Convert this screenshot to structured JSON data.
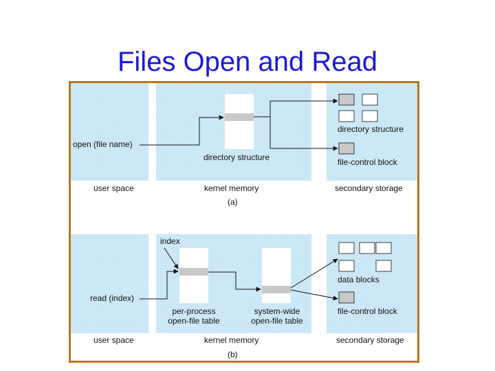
{
  "title": "Files Open and Read",
  "part_a": {
    "call": "open (file name)",
    "kernel_label": "directory structure",
    "storage_labels": [
      "directory structure",
      "file-control block"
    ],
    "region_labels": [
      "user space",
      "kernel memory",
      "secondary storage"
    ],
    "caption": "(a)"
  },
  "part_b": {
    "index_label": "index",
    "call": "read (index)",
    "per_process_table": [
      "per-process",
      "open-file table"
    ],
    "system_wide_table": [
      "system-wide",
      "open-file table"
    ],
    "storage_labels": [
      "data blocks",
      "file-control block"
    ],
    "region_labels": [
      "user space",
      "kernel memory",
      "secondary storage"
    ],
    "caption": "(b)"
  },
  "colors": {
    "title": "#1a1ad8",
    "frame_border": "#b8751f",
    "region_fill": "#cde9f7",
    "highlight_block": "#c8c8c8"
  }
}
